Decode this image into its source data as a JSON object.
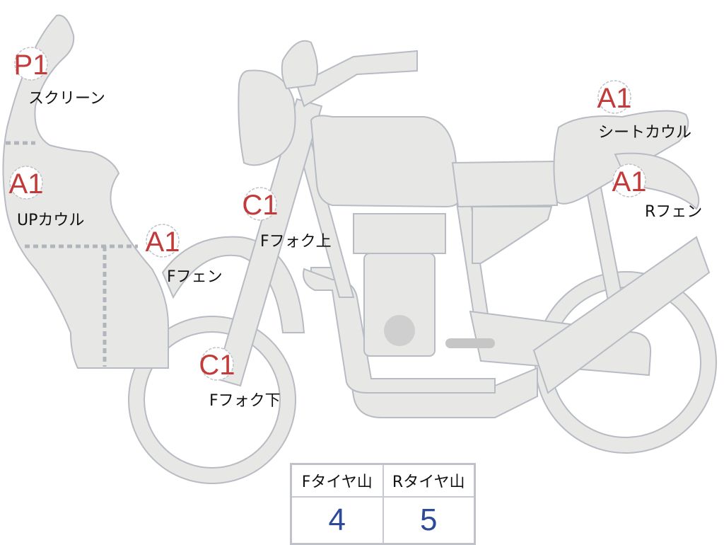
{
  "parts": [
    {
      "grade": "P1",
      "label": "スクリーン"
    },
    {
      "grade": "A1",
      "label": "UPカウル"
    },
    {
      "grade": "A1",
      "label": "Fフェン"
    },
    {
      "grade": "C1",
      "label": "Fフォク上"
    },
    {
      "grade": "C1",
      "label": "Fフォク下"
    },
    {
      "grade": "A1",
      "label": "シートカウル"
    },
    {
      "grade": "A1",
      "label": "Rフェン"
    }
  ],
  "tire_table": {
    "headers": [
      "Fタイヤ山",
      "Rタイヤ山"
    ],
    "values": [
      "4",
      "5"
    ]
  },
  "colors": {
    "grade": "#c23a3a",
    "value": "#2d4a9a",
    "part_fill": "#e7e7e5"
  }
}
